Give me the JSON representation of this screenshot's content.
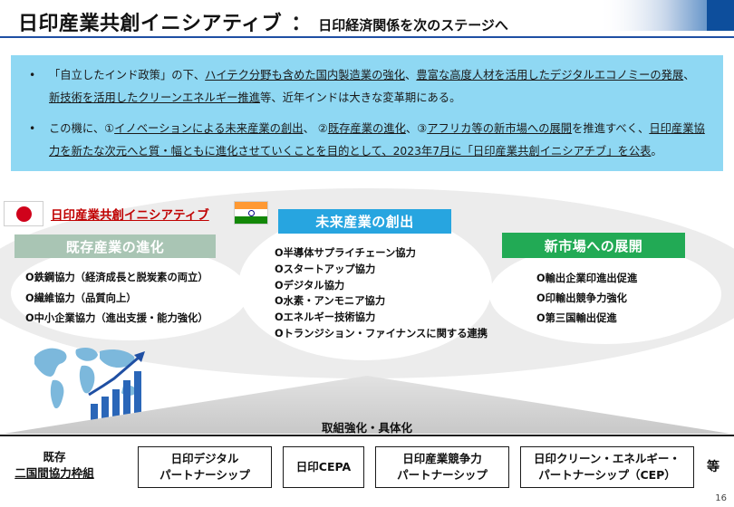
{
  "header": {
    "title": "日印産業共創イニシアティブ",
    "separator": "：",
    "subtitle": "日印経済関係を次のステージへ"
  },
  "intro": {
    "bullet": "•",
    "item1": {
      "p1": "「自立したインド政策」の下、",
      "u1": "ハイテク分野も含めた国内製造業の強化",
      "p2": "、",
      "u2": "豊富な高度人材を活用したデジタルエコノミーの発展",
      "p3": "、",
      "u3": "新技術を活用したクリーンエネルギー推進",
      "p4": "等、近年インドは大きな変革期にある。"
    },
    "item2": {
      "p1": "この機に、①",
      "u1": "イノベーションによる未来産業の創出",
      "p2": "、 ②",
      "u2": "既存産業の進化",
      "p3": "、③",
      "u3": "アフリカ等の新市場への展開",
      "p4": "を推進すべく、",
      "u4": "日印産業協力を新たな次元へと質・幅ともに進化させていくことを目的として、2023年7月に「日印産業共創イニシアチブ」を公表",
      "p5": "。"
    }
  },
  "initiative": {
    "label": "日印産業共創イニシアティブ",
    "existing": {
      "title": "既存産業の進化",
      "items": [
        "O鉄鋼協力（経済成長と脱炭素の両立）",
        "O繊維協力（品質向上）",
        "O中小企業協力（進出支援・能力強化）"
      ]
    },
    "future": {
      "title": "未来産業の創出",
      "items": [
        "O半導体サプライチェーン協力",
        "Oスタートアップ協力",
        "Oデジタル協力",
        "O水素・アンモニア協力",
        "Oエネルギー技術協力",
        "Oトランジション・ファイナンスに関する連携"
      ]
    },
    "market": {
      "title": "新市場への展開",
      "items": [
        "O輸出企業印進出促進",
        "O印輸出競争力強化",
        "O第三国輸出促進"
      ]
    }
  },
  "strengthen": "取組強化・具体化",
  "framework": {
    "label_line1": "既存",
    "label_line2": "二国間協力枠組",
    "boxes": [
      {
        "line1": "日印デジタル",
        "line2": "パートナーシップ"
      },
      {
        "line1": "日印CEPA"
      },
      {
        "line1": "日印産業競争力",
        "line2": "パートナーシップ"
      },
      {
        "line1": "日印クリーン・エネルギー・",
        "line2": "パートナーシップ（CEP）"
      }
    ],
    "etc": "等"
  },
  "page_number": "16",
  "colors": {
    "title_rule": "#1f4fa3",
    "info_box": "#8fd8f3",
    "initiative_label": "#c00000",
    "existing_label_bg": "#a9c5b4",
    "future_label_bg": "#27a5e0",
    "market_label_bg": "#22aa55",
    "band": "#ececec"
  },
  "icons": [
    "japan-flag-icon",
    "india-flag-icon",
    "world-map-growth-chart-icon"
  ]
}
